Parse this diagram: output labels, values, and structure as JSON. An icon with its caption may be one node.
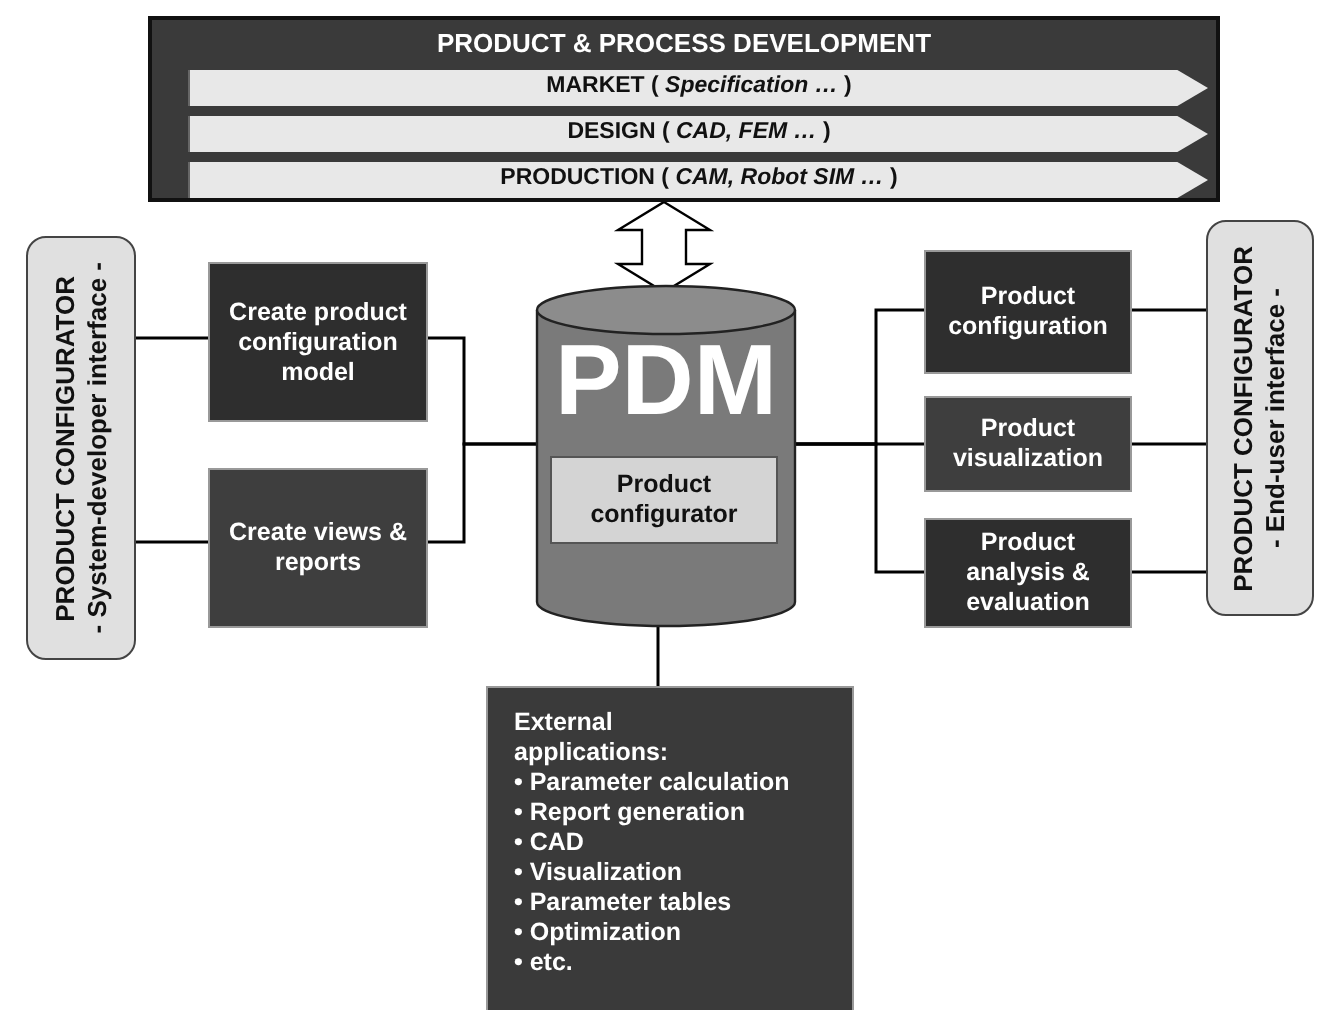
{
  "diagram": {
    "nodes": [
      {
        "text": [
          "PRODUCT & PROCESS DEVELOPMENT"
        ]
      },
      {
        "text": [
          "MARKET ( *Specification …* )"
        ],
        "in": 0
      },
      {
        "text": [
          "DESIGN ( *CAD, FEM …* )"
        ],
        "in": 0
      },
      {
        "text": [
          "PRODUCTION ( *CAM,  Robot SIM …* )"
        ],
        "in": 0
      },
      {
        "text": [
          "PRODUCT CONFIGURATOR",
          "- System-developer interface -"
        ]
      },
      {
        "text": [
          "Create product configuration model"
        ]
      },
      {
        "text": [
          "Create views & reports"
        ]
      },
      {
        "text": [
          "PDM"
        ]
      },
      {
        "text": [
          "Product configurator"
        ],
        "in": 7
      },
      {
        "text": [
          "Product configuration"
        ]
      },
      {
        "text": [
          "Product visualization"
        ]
      },
      {
        "text": [
          "Product analysis & evaluation"
        ]
      },
      {
        "text": [
          "PRODUCT CONFIGURATOR",
          "- End-user interface -"
        ]
      },
      {
        "text": [
          "External applications:",
          "• Parameter calculation",
          "• Report generation",
          "• CAD",
          "• Visualization",
          "• Parameter tables",
          "• Optimization",
          "• etc."
        ]
      }
    ],
    "edges": [
      {
        "from": 0,
        "to": 7,
        "arrow": "both",
        "style": "thick"
      },
      {
        "from": 4,
        "to": 5,
        "arrow": "none"
      },
      {
        "from": 4,
        "to": 6,
        "arrow": "none"
      },
      {
        "from": 5,
        "to": 7,
        "arrow": "none"
      },
      {
        "from": 6,
        "to": 7,
        "arrow": "none"
      },
      {
        "from": 7,
        "to": 9,
        "arrow": "none"
      },
      {
        "from": 7,
        "to": 10,
        "arrow": "none"
      },
      {
        "from": 7,
        "to": 11,
        "arrow": "none"
      },
      {
        "from": 9,
        "to": 12,
        "arrow": "none"
      },
      {
        "from": 10,
        "to": 12,
        "arrow": "none"
      },
      {
        "from": 11,
        "to": 12,
        "arrow": "none"
      },
      {
        "from": 7,
        "to": 13,
        "arrow": "none"
      }
    ]
  }
}
